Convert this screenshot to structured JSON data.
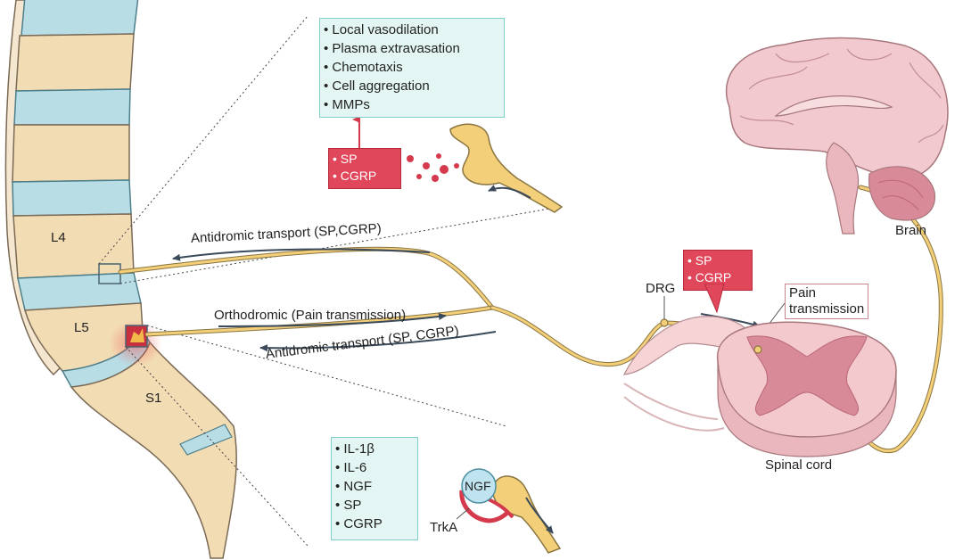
{
  "vertebrae": {
    "l4": "L4",
    "l5": "L5",
    "s1": "S1"
  },
  "top_inset": {
    "effects": [
      "Local vasodilation",
      "Plasma extravasation",
      "Chemotaxis",
      "Cell aggregation",
      "MMPs"
    ],
    "mediators": [
      "SP",
      "CGRP"
    ]
  },
  "bottom_inset": {
    "mediators": [
      "IL-1β",
      "IL-6",
      "NGF",
      "SP",
      "CGRP"
    ],
    "ngf_label": "NGF",
    "receptor_label": "TrkA"
  },
  "pathways": {
    "antidromic_upper": "Antidromic   transport (SP,CGRP)",
    "orthodromic": "Orthodromic (Pain transmission)",
    "antidromic_lower": "Antidromic  transport (SP, CGRP)"
  },
  "drg": {
    "label": "DRG",
    "mediators": [
      "SP",
      "CGRP"
    ]
  },
  "pain_label": "Pain\ntransmission",
  "brain_label": "Brain",
  "spinal_cord_label": "Spinal cord",
  "colors": {
    "nerve": "#f3cf7a",
    "mediator_red": "#e0475a",
    "disc_blue": "#b9dde5",
    "bone": "#f2dcb4",
    "brain_pink": "#f2c9cf"
  }
}
